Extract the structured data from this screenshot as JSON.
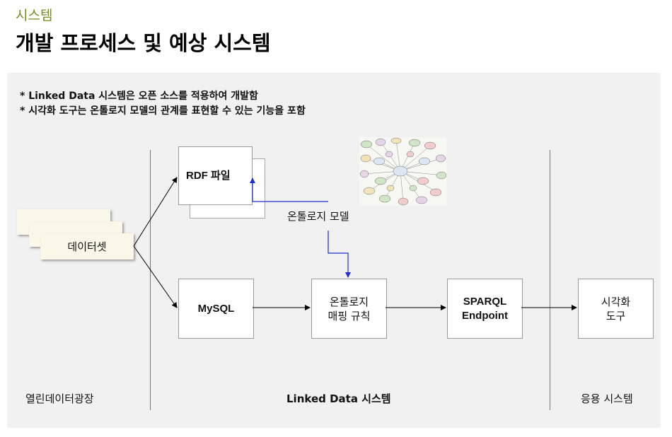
{
  "header": {
    "subtitle": "시스템",
    "title": "개발 프로세스 및 예상 시스템"
  },
  "notes": [
    "* Linked Data 시스템은 오픈 소스를 적용하여 개발함",
    "* 시각화 도구는 온톨로지 모델의 관계를 표현할 수 있는 기능을 포함"
  ],
  "nodes": {
    "dataset": "데이터셋",
    "rdf_file": "RDF 파일",
    "mysql": "MySQL",
    "ontology_model": "온톨로지 모델",
    "mapping_rules": "온톨로지\n매핑 규칙",
    "sparql": "SPARQL\nEndpoint",
    "viz_tool": "시각화\n도구"
  },
  "sections": {
    "open_data": "열린데이터광장",
    "linked_data": "Linked Data 시스템",
    "application": "응용 시스템"
  },
  "colors": {
    "subtitle": "#7a8a1c",
    "panel": "#f1f1f1",
    "blue_arrow": "#1f2fd6"
  },
  "images": {
    "ontology_graph": "ontology-graph-thumbnail"
  }
}
